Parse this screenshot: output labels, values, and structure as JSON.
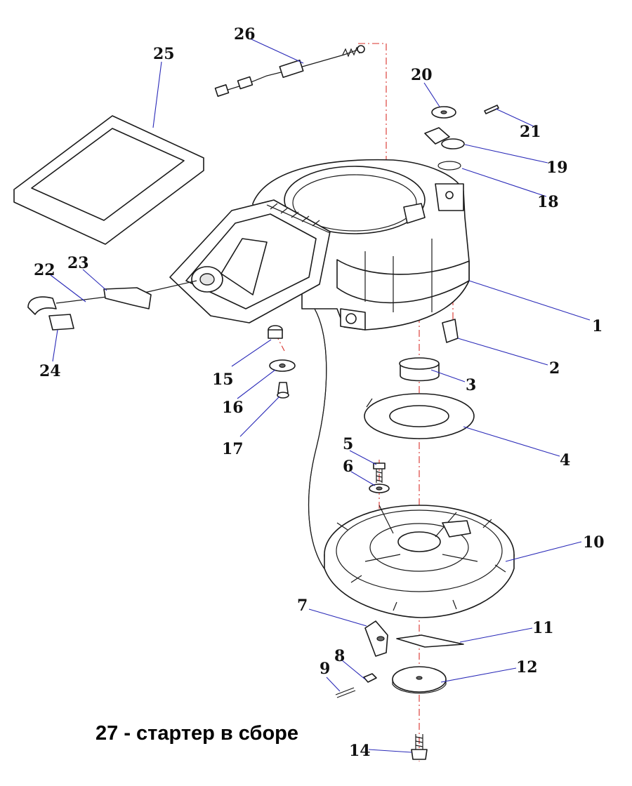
{
  "labels": [
    "1",
    "2",
    "3",
    "4",
    "5",
    "6",
    "7",
    "8",
    "9",
    "10",
    "11",
    "12",
    "14",
    "15",
    "16",
    "17",
    "18",
    "19",
    "20",
    "21",
    "22",
    "23",
    "24",
    "25",
    "26"
  ],
  "caption": "27 - стартер в сборе",
  "colors": {
    "leader": "#2a2ab8",
    "axis": "#d9302a",
    "ink": "#1a1a1a"
  }
}
